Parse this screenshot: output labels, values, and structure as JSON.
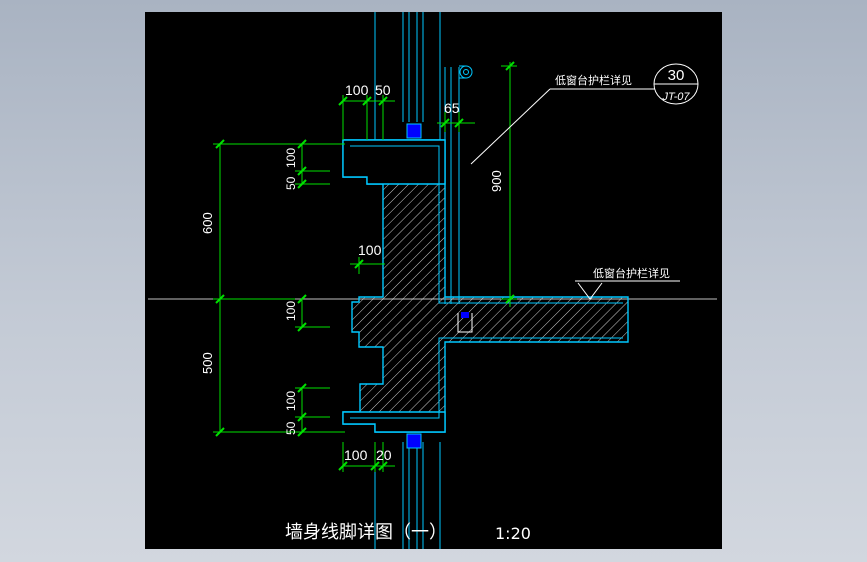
{
  "drawing": {
    "title": "墙身线脚详图（一）",
    "scale": "1:20",
    "annotations": {
      "note_top": "低窗台护栏详见",
      "note_mid": "低窗台护栏详见",
      "detail_number": "30",
      "detail_sheet": "JT-07"
    },
    "dimensions": {
      "top_100": "100",
      "top_50": "50",
      "top_65": "65",
      "left_100_a": "100",
      "left_50_a": "50",
      "overall_600": "600",
      "mid_100": "100",
      "left_100_b": "100",
      "overall_500": "500",
      "left_100_c": "100",
      "left_50_c": "50",
      "right_900": "900",
      "bottom_100": "100",
      "bottom_20": "20"
    },
    "colors": {
      "background": "#000000",
      "outline": "#00c8ff",
      "dimension": "#00e000",
      "hatch": "#ffffff",
      "window": "#0000ff",
      "text": "#ffffff"
    }
  }
}
